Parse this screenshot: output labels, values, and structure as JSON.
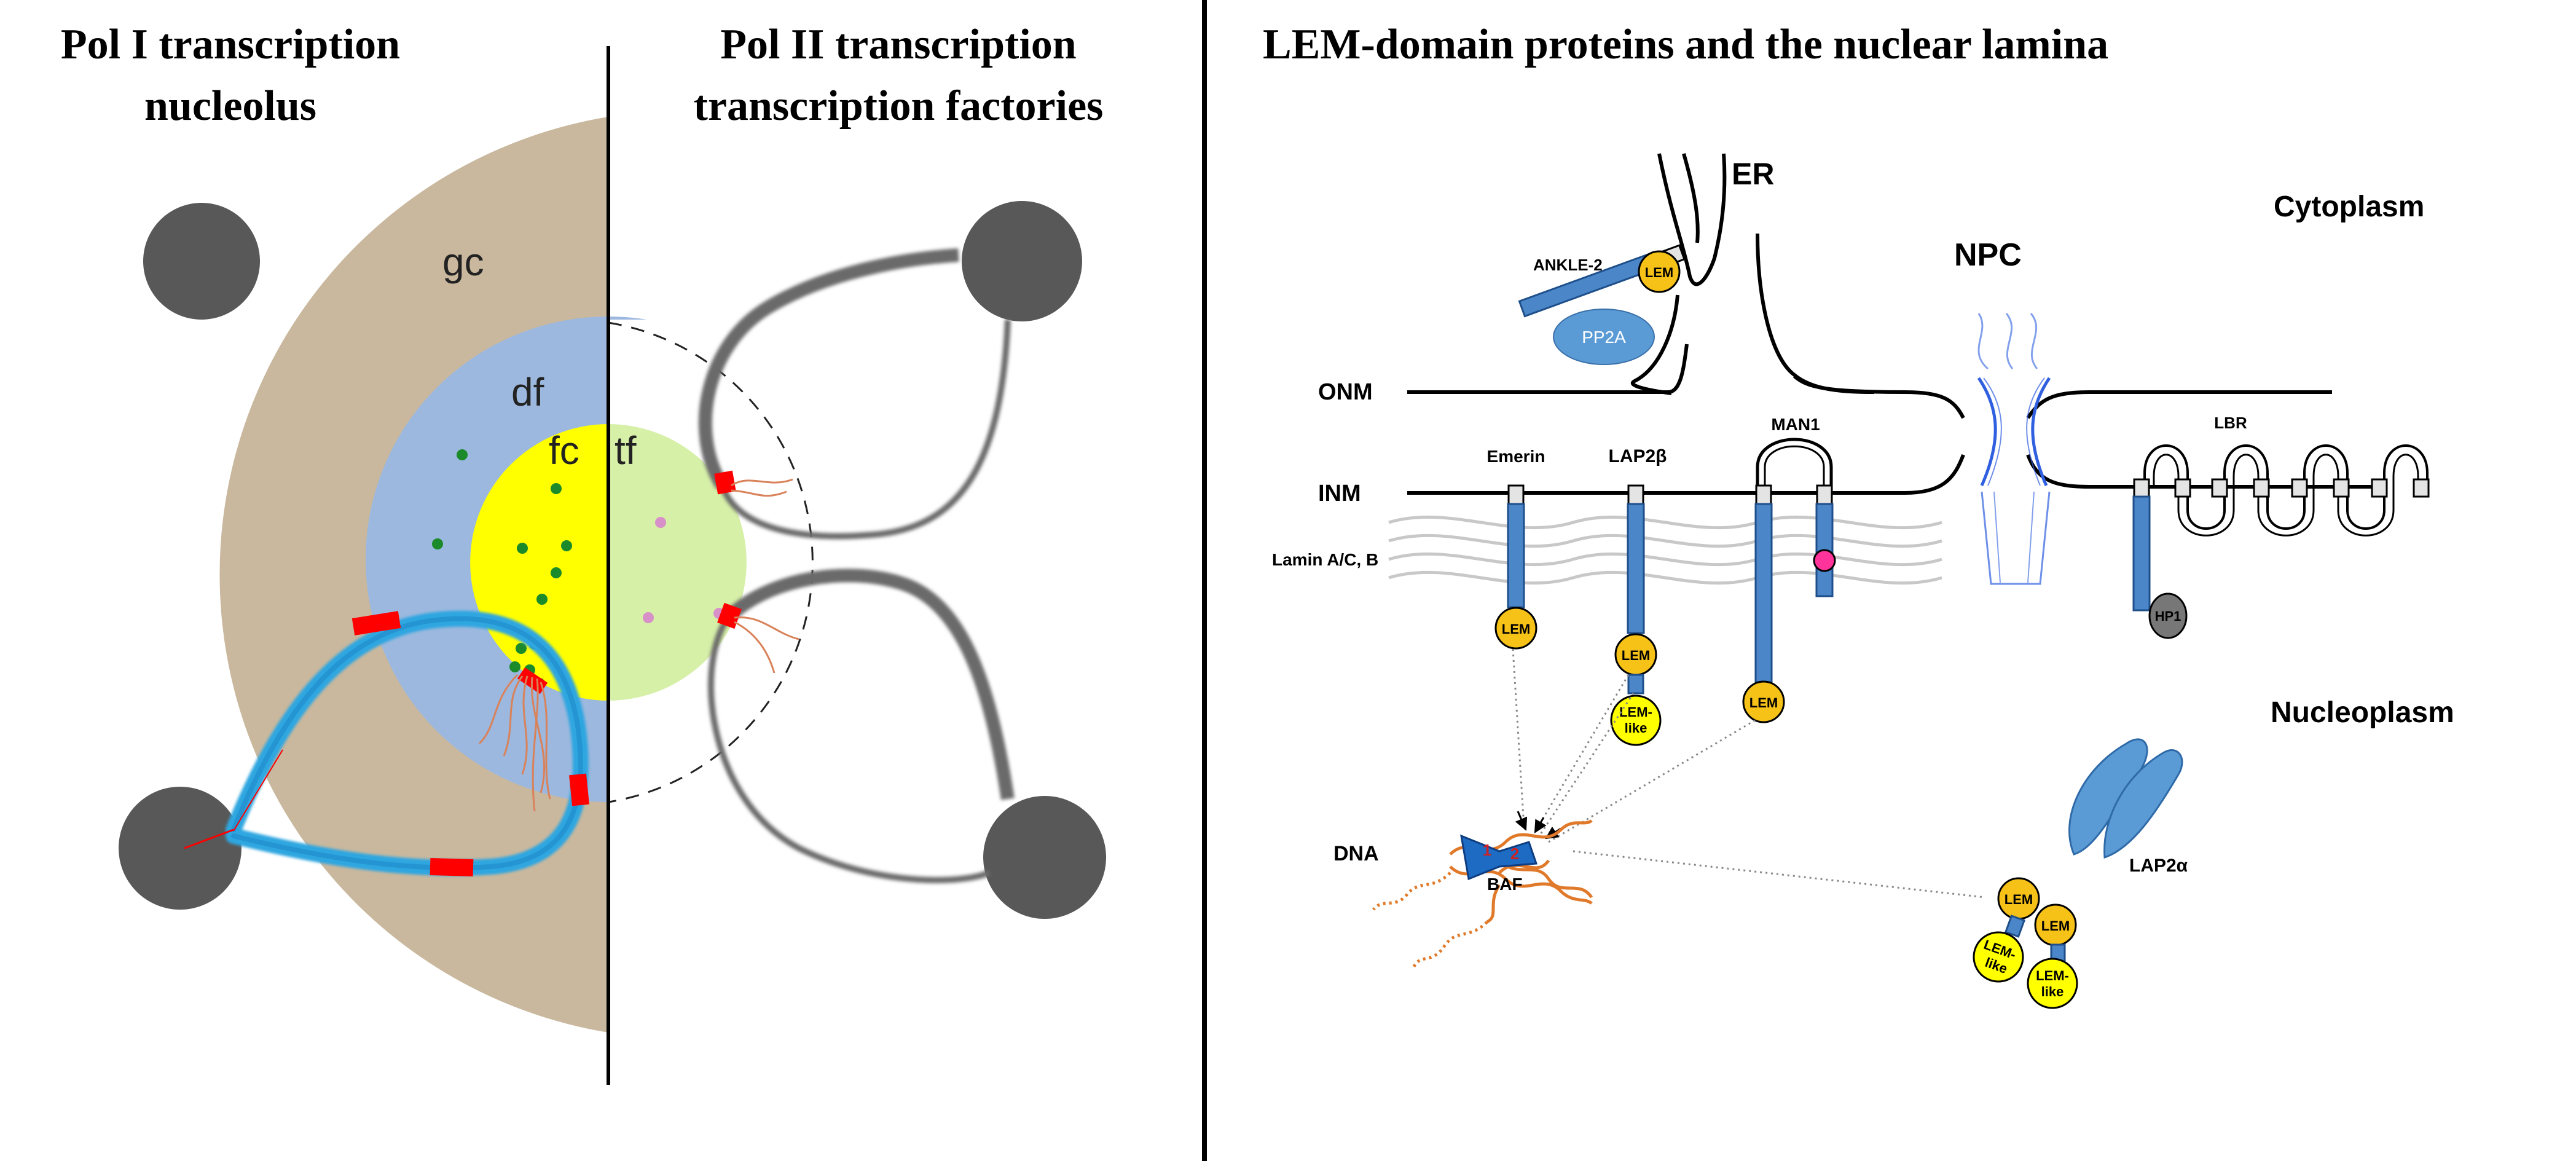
{
  "left_panel": {
    "title_pol1_line1": "Pol I transcription",
    "title_pol1_line2": "nucleolus",
    "title_pol2_line1": "Pol II transcription",
    "title_pol2_line2": "transcription factories",
    "labels": {
      "gc": "gc",
      "df": "df",
      "fc": "fc",
      "tf": "tf"
    },
    "colors": {
      "gc": "#c9b89e",
      "df": "#9cb8de",
      "fc": "#ffff00",
      "tf": "#d6f0a8",
      "anchor": "#585858",
      "rdna": "#2fa6e0",
      "active": "#ff0000",
      "dot_green": "#1a8a2a",
      "dot_pink": "#d890c8",
      "transcript": "#d9825a"
    }
  },
  "right_panel": {
    "title": "LEM-domain proteins and the nuclear lamina",
    "compartments": {
      "cytoplasm": "Cytoplasm",
      "nucleoplasm": "Nucleoplasm"
    },
    "membranes": {
      "er": "ER",
      "onm": "ONM",
      "inm": "INM",
      "lamina": "Lamin A/C, B",
      "npc": "NPC"
    },
    "proteins": {
      "ankle2": "ANKLE-2",
      "pp2a": "PP2A",
      "emerin": "Emerin",
      "lap2b": "LAP2β",
      "man1": "MAN1",
      "lbr": "LBR",
      "hp1": "HP1",
      "dna": "DNA",
      "baf": "BAF",
      "lap2a": "LAP2α",
      "lem": "LEM",
      "lem_like_1": "LEM-",
      "lem_like_2": "like"
    },
    "colors": {
      "protein_blue": "#4a86c8",
      "lem_yellow": "#f6c218",
      "lem_like_yellow": "#ffff00",
      "pp2a": "#5b9bd5",
      "hp1": "#777777",
      "man1_dot": "#ff3399",
      "dna_orange": "#e07a2a",
      "npc_blue": "#3060e0",
      "lamina_gray": "#c8c8c8"
    }
  }
}
